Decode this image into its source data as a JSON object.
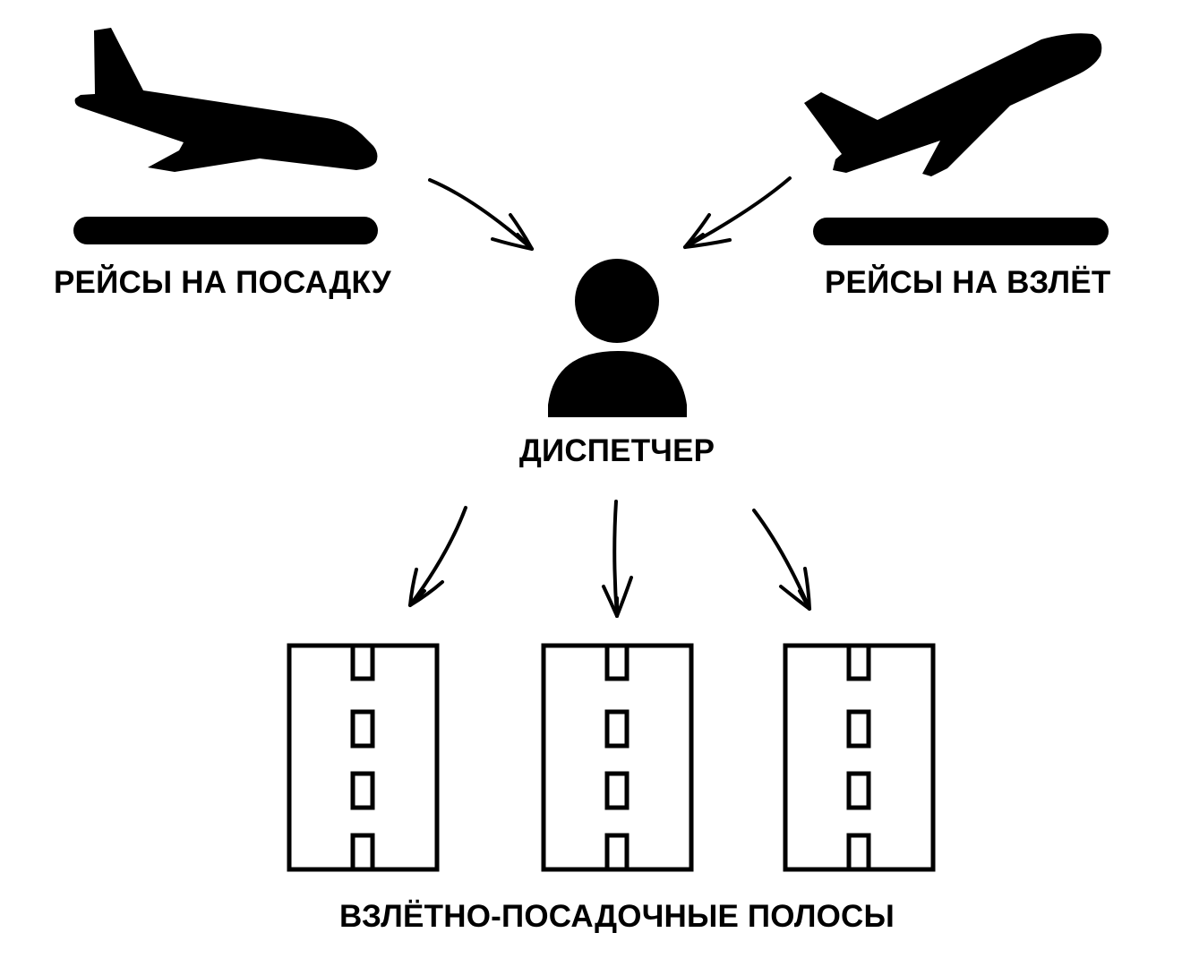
{
  "labels": {
    "landing_flights": "РЕЙСЫ НА ПОСАДКУ",
    "takeoff_flights": "РЕЙСЫ НА ВЗЛЁТ",
    "controller": "ДИСПЕТЧЕР",
    "runways": "ВЗЛЁТНО-ПОСАДОЧНЫЕ ПОЛОСЫ"
  },
  "icons": {
    "landing": "airplane-landing-icon",
    "takeoff": "airplane-takeoff-icon",
    "controller": "person-icon",
    "runway": "runway-icon"
  },
  "runway_count": 3,
  "colors": {
    "ink": "#000000",
    "background": "#ffffff"
  }
}
